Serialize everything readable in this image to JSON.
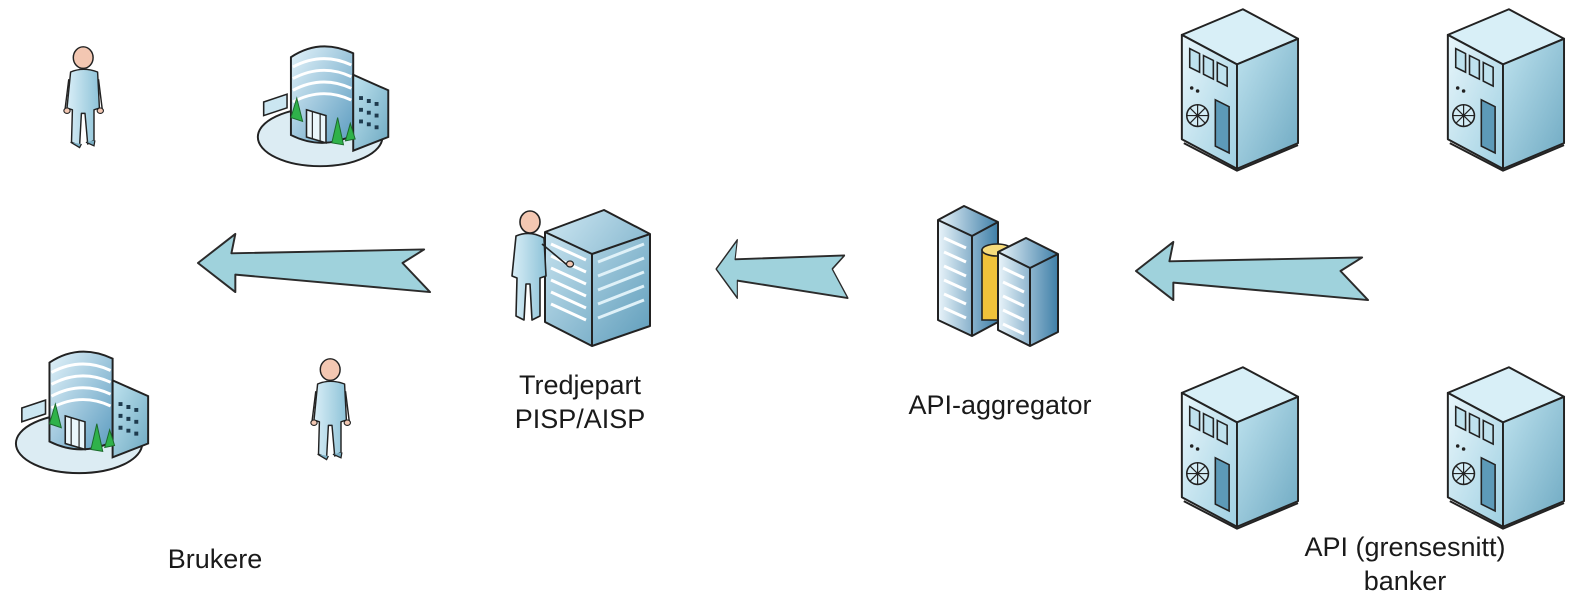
{
  "labels": {
    "users": "Brukere",
    "third_party_line1": "Tredjepart",
    "third_party_line2": "PISP/AISP",
    "aggregator": "API-aggregator",
    "banks_line1": "API (grensesnitt)",
    "banks_line2": "banker"
  },
  "icons": {
    "person": "person-icon",
    "office_building": "office-building-icon",
    "operator_servers": "operator-server-rack-icon",
    "aggregator": "server-database-icon",
    "bank": "bank-building-icon",
    "arrow": "left-arrow-icon"
  },
  "colors": {
    "arrow_fill": "#9fd2dc",
    "arrow_stroke": "#2b2b2b",
    "icon_light": "#d6eef6",
    "icon_mid": "#a9d6e6",
    "icon_dark": "#6fa9c4",
    "accent_green": "#2fb24a",
    "accent_gold": "#f0c23a"
  }
}
